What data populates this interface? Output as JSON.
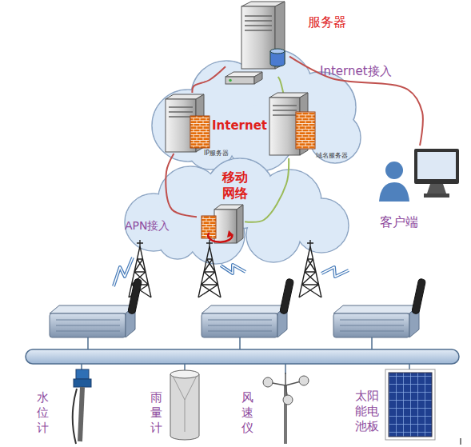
{
  "diagram": {
    "nodes": [
      {
        "text": [
          "服务器"
        ]
      },
      {
        "text": [
          "Internet"
        ]
      },
      {
        "text": [
          "IP服务器"
        ],
        "in": 1
      },
      {
        "text": [
          "域名服务器"
        ],
        "in": 1
      },
      {
        "text": [
          "移动 网络"
        ]
      },
      {
        "text": [
          "APN接入"
        ],
        "in": 4
      },
      {
        "text": [
          "客户端"
        ]
      },
      {
        "text": [
          "水位计"
        ]
      },
      {
        "text": [
          "雨量计"
        ]
      },
      {
        "text": [
          "风速仪"
        ]
      },
      {
        "text": [
          "太阳能电池板"
        ]
      }
    ],
    "edges": [
      {
        "from": 0,
        "to": 2,
        "arrow": "none"
      },
      {
        "from": 2,
        "to": 5,
        "arrow": "none"
      },
      {
        "from": 0,
        "to": 3,
        "arrow": "none"
      },
      {
        "from": 3,
        "to": 5,
        "arrow": "none"
      },
      {
        "from": 0,
        "to": 6,
        "label": "Internet接入",
        "arrow": "none"
      }
    ]
  }
}
